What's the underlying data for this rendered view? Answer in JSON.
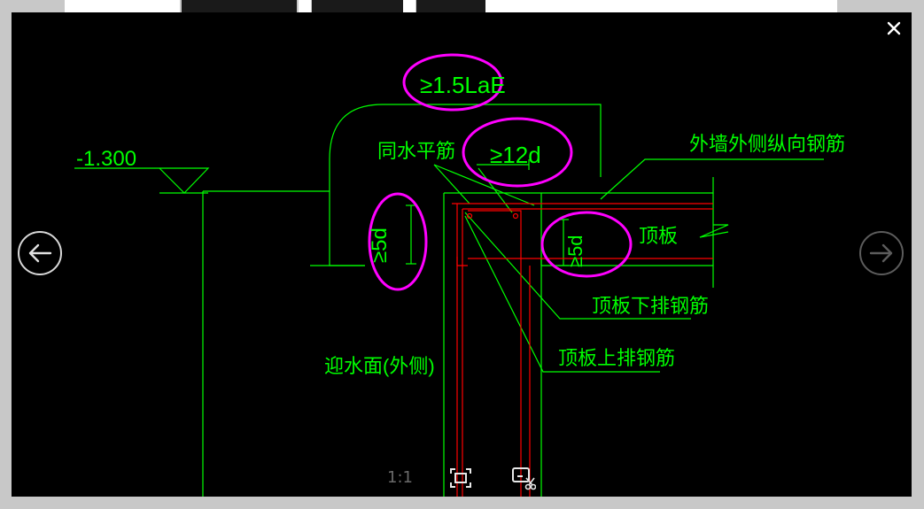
{
  "viewer": {
    "close_icon": "close-icon",
    "prev_icon": "arrow-left-icon",
    "next_icon": "arrow-right-icon",
    "toolbar": {
      "ratio_label": "1:1",
      "fit_icon": "fit-to-screen-icon",
      "crop_icon": "screenshot-icon"
    }
  },
  "drawing": {
    "elevation": "-1.300",
    "annotations": {
      "anchorage_length": "≥1.5LaE",
      "bend_12d": "≥12d",
      "bend_5d_left": "≥5d",
      "bend_5d_right": "≥5d",
      "same_as_horizontal_bar": "同水平筋",
      "outer_wall_vertical_bar": "外墙外侧纵向钢筋",
      "roof_slab": "顶板",
      "roof_slab_bottom_bars": "顶板下排钢筋",
      "roof_slab_top_bars": "顶板上排钢筋",
      "water_facing_side": "迎水面(外侧)"
    },
    "colors": {
      "background": "#000000",
      "lines": "#00ff00",
      "rebar": "#ff0000",
      "highlight": "#ff00ff",
      "text": "#00ff00"
    }
  }
}
